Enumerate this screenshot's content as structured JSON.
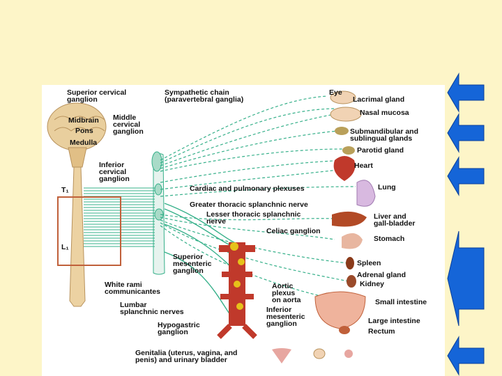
{
  "colors": {
    "slide_background": "#fdf5c8",
    "nerve_green": "#36b08a",
    "arrow_blue": "#1565d8",
    "highlight_box": "#c0603a",
    "spinal_cord": "#e8c89a",
    "chain_red": "#c0392b"
  },
  "diagram": {
    "labels": {
      "superior_cervical_ganglion": "Superior cervical\nganglion",
      "sympathetic_chain": "Sympathetic chain\n(paravertebral ganglia)",
      "midbrain": "Midbrain",
      "pons": "Pons",
      "medulla": "Medulla",
      "middle_cervical_ganglion": "Middle\ncervical\nganglion",
      "inferior_cervical_ganglion": "Inferior\ncervical\nganglion",
      "t1": "T₁",
      "l1": "L₁",
      "cardiac_pulmonary_plexuses": "Cardiac and pulmonary plexuses",
      "greater_thoracic_splanchnic": "Greater thoracic splanchnic nerve",
      "lesser_thoracic_splanchnic": "Lesser thoracic splanchnic\nnerve",
      "celiac_ganglion": "Celiac ganglion",
      "superior_mesenteric_ganglion": "Superior\nmesenteric\nganglion",
      "white_rami": "White rami\ncommunicantes",
      "lumbar_splanchnic": "Lumbar\nsplanchnic nerves",
      "hypogastric_ganglion": "Hypogastric\nganglion",
      "aortic_plexus": "Aortic\nplexus\non aorta",
      "inferior_mesenteric_ganglion": "Inferior\nmesenteric\nganglion",
      "genitalia": "Genitalia (uterus, vagina, and\npenis) and urinary bladder"
    },
    "organs": {
      "eye": "Eye",
      "lacrimal_gland": "Lacrimal gland",
      "nasal_mucosa": "Nasal mucosa",
      "submandibular": "Submandibular and\nsublingual glands",
      "parotid": "Parotid gland",
      "heart": "Heart",
      "lung": "Lung",
      "liver": "Liver and\ngall-bladder",
      "stomach": "Stomach",
      "spleen": "Spleen",
      "adrenal": "Adrenal gland",
      "kidney": "Kidney",
      "small_intestine": "Small intestine",
      "large_intestine": "Large intestine",
      "rectum": "Rectum"
    }
  },
  "nav_arrows": [
    "arrow-left-icon",
    "arrow-left-icon",
    "arrow-left-icon",
    "arrow-left-icon",
    "arrow-left-icon"
  ]
}
